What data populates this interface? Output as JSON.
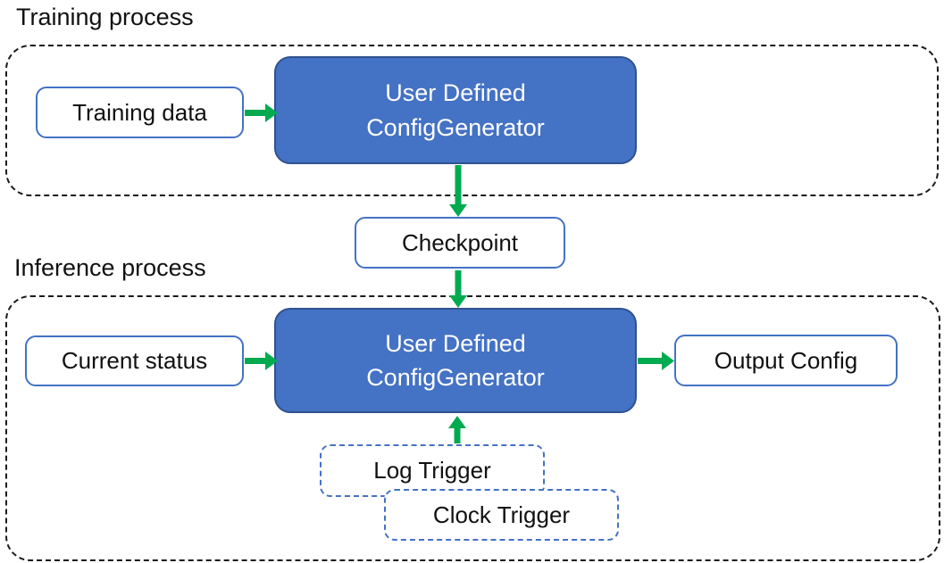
{
  "colors": {
    "node_fill": "#4472C4",
    "node_border": "#2F528F",
    "box_outline": "#4472C4",
    "arrow": "#00AB50",
    "container_outline": "#1a1a1a",
    "text_dark": "#111111",
    "text_light": "#FFFFFF"
  },
  "training": {
    "label": "Training process",
    "input_box": "Training data",
    "generator": {
      "line1": "User Defined",
      "line2": "ConfigGenerator"
    }
  },
  "checkpoint": {
    "label": "Checkpoint"
  },
  "inference": {
    "label": "Inference process",
    "input_box": "Current status",
    "generator": {
      "line1": "User Defined",
      "line2": "ConfigGenerator"
    },
    "output_box": "Output Config",
    "triggers": {
      "log": "Log Trigger",
      "clock": "Clock Trigger"
    }
  }
}
